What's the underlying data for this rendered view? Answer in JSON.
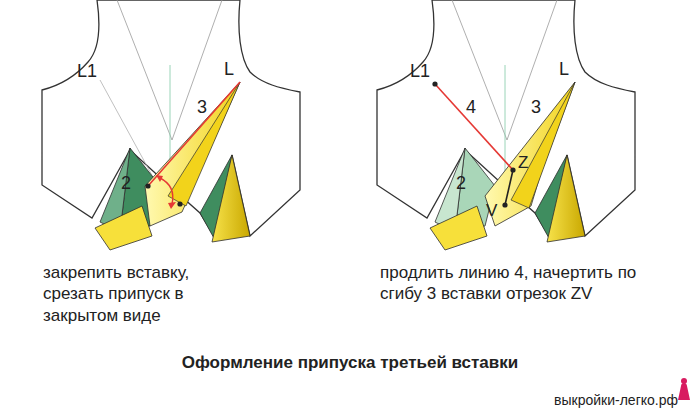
{
  "diagram": {
    "title": "Оформление припуска третьей вставки",
    "labels": [
      "L1",
      "L",
      "3",
      "2",
      "закрепить вставку, срезать припуск в закрытом виде",
      "L1",
      "L",
      "4",
      "3",
      "2",
      "Z",
      "V",
      "продлить линию 4, начертить по сгибу 3 вставки отрезок ZV",
      "выкройки-легко.рф"
    ]
  }
}
